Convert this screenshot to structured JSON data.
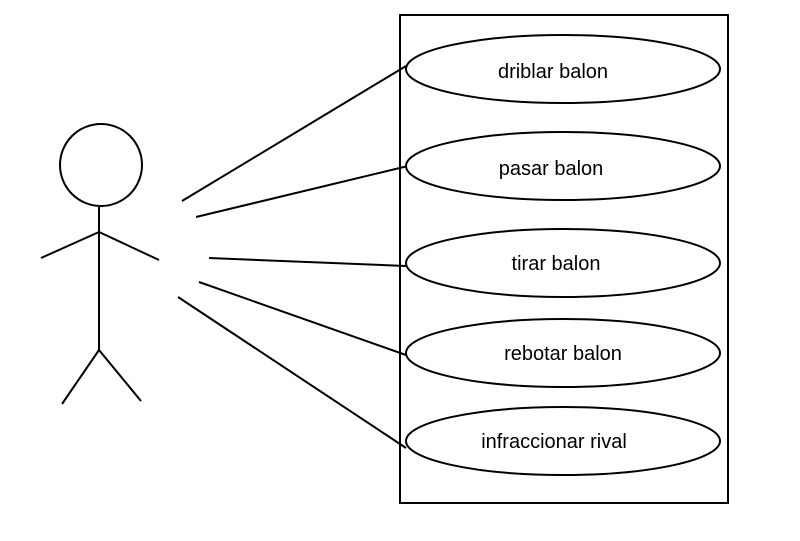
{
  "diagram": {
    "type": "use-case",
    "colors": {
      "stroke": "#000000",
      "background": "#ffffff"
    },
    "actor": {
      "label": ""
    },
    "system_boundary": {
      "label": ""
    },
    "use_cases": [
      {
        "label": "driblar balon"
      },
      {
        "label": "pasar balon"
      },
      {
        "label": "tirar balon"
      },
      {
        "label": "rebotar balon"
      },
      {
        "label": "infraccionar rival"
      }
    ]
  }
}
